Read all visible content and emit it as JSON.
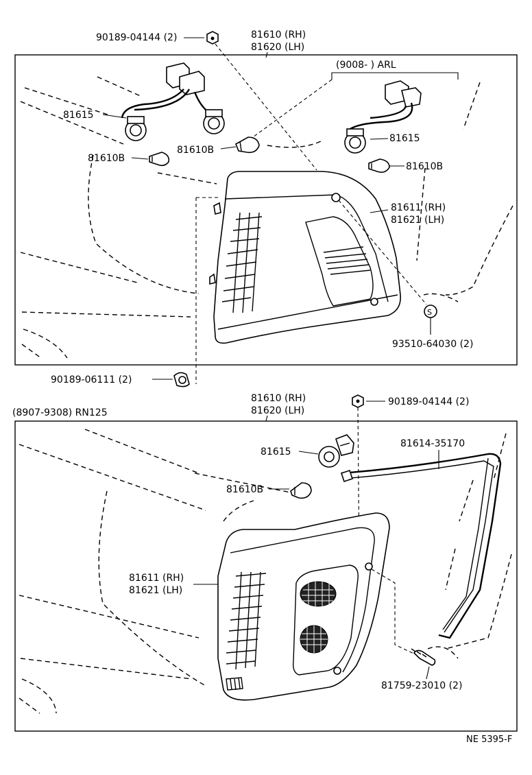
{
  "callouts": {
    "clip_top": "90189-04144 (2)",
    "lamp_assy_rh_top": "81610 (RH)",
    "lamp_assy_lh_top": "81620 (LH)",
    "arl_range": "(9008-          )  ARL",
    "socket_left": "81615",
    "bulb_center": "81610B",
    "bulb_left": "81610B",
    "socket_right": "81615",
    "bulb_right": "81610B",
    "lens_rh_top": "81611 (RH)",
    "lens_lh_top": "81621 (LH)",
    "screw_top": "93510-64030 (2)",
    "clip_bottom_top": "90189-06111 (2)",
    "section_range": "(8907-9308)  RN125",
    "lamp_assy_rh_bottom": "81610 (RH)",
    "lamp_assy_lh_bottom": "81620 (LH)",
    "clip_top_bottom": "90189-04144 (2)",
    "socket_bottom": "81615",
    "gasket_bottom": "81614-35170",
    "bulb_bottom": "81610B",
    "lens_rh_bottom": "81611 (RH)",
    "lens_lh_bottom": "81621 (LH)",
    "screw_bottom": "81759-23010 (2)",
    "drawing_code": "NE 5395-F"
  }
}
